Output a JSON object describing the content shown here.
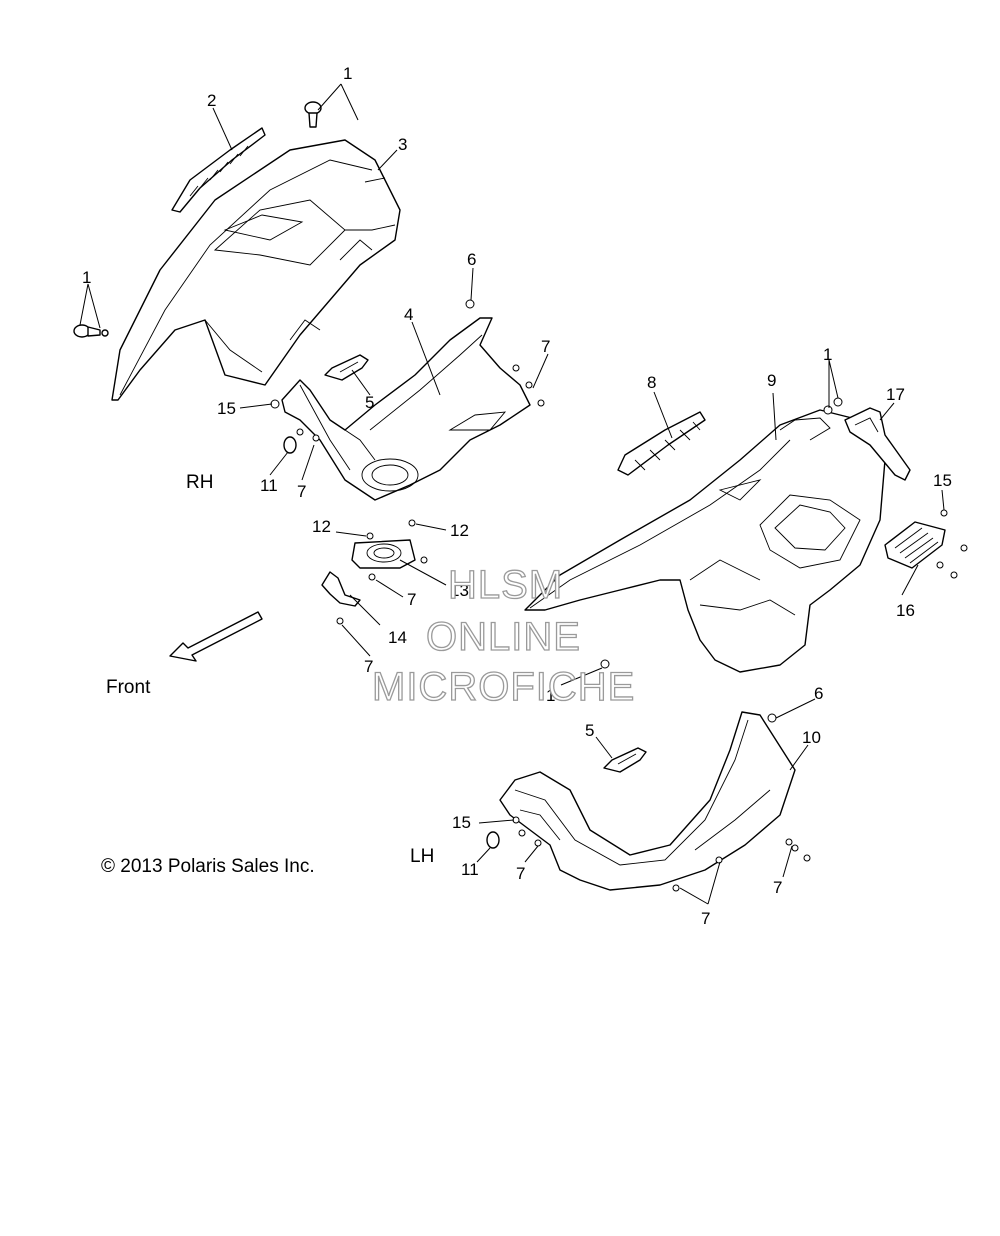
{
  "section_labels": {
    "rh": "RH",
    "lh": "LH",
    "front": "Front"
  },
  "copyright": "© 2013 Polaris Sales Inc.",
  "watermark": {
    "line1": "HLSM",
    "line2": "ONLINE",
    "line3": "MICROFICHE"
  },
  "callouts": {
    "c1a": "1",
    "c1b": "1",
    "c1c": "1",
    "c1d": "1",
    "c2": "2",
    "c3": "3",
    "c4": "4",
    "c5a": "5",
    "c5b": "5",
    "c6a": "6",
    "c6b": "6",
    "c7a": "7",
    "c7b": "7",
    "c7c": "7",
    "c7d": "7",
    "c7e": "7",
    "c7f": "7",
    "c7g": "7",
    "c8": "8",
    "c9": "9",
    "c10": "10",
    "c11a": "11",
    "c11b": "11",
    "c12a": "12",
    "c12b": "12",
    "c13": "13",
    "c14": "14",
    "c15a": "15",
    "c15b": "15",
    "c15c": "15",
    "c16": "16",
    "c17": "17"
  }
}
